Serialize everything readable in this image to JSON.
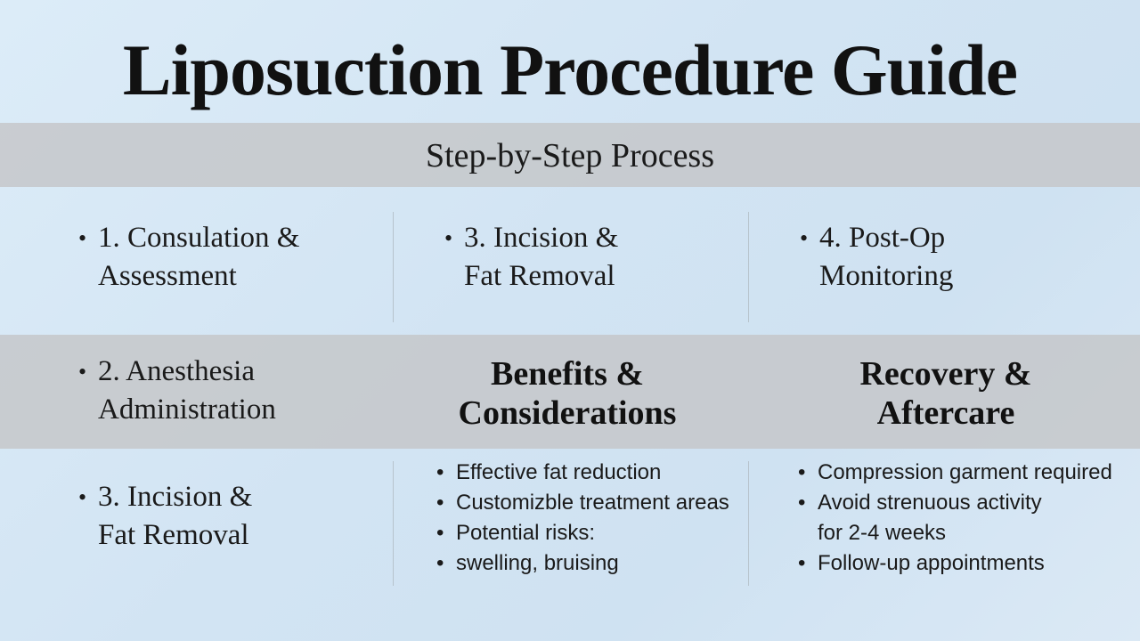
{
  "title": "Liposuction Procedure Guide",
  "subtitle": "Step-by-Step Process",
  "steps": {
    "step1": {
      "line1": "1. Consulation &",
      "line2": "Assessment"
    },
    "step3a": {
      "line1": "3. Incision &",
      "line2": "Fat Removal"
    },
    "step4": {
      "line1": "4. Post-Op",
      "line2": "Monitoring"
    },
    "step2": {
      "line1": "2. Anesthesia",
      "line2": "Administration"
    },
    "step3b": {
      "line1": "3. Incision &",
      "line2": "Fat Removal"
    }
  },
  "benefits": {
    "heading_line1": "Benefits &",
    "heading_line2": "Considerations",
    "items": [
      "Effective fat reduction",
      "Customizble treatment areas",
      "Potential risks:",
      "swelling, bruising"
    ]
  },
  "recovery": {
    "heading_line1": "Recovery &",
    "heading_line2": "Aftercare",
    "items": [
      "Compression garment required",
      "Avoid strenuous activity",
      "for 2-4 weeks",
      "Follow-up appointments"
    ]
  },
  "colors": {
    "background": "#d6e7f5",
    "band": "#c4c6c8",
    "text": "#111111"
  }
}
